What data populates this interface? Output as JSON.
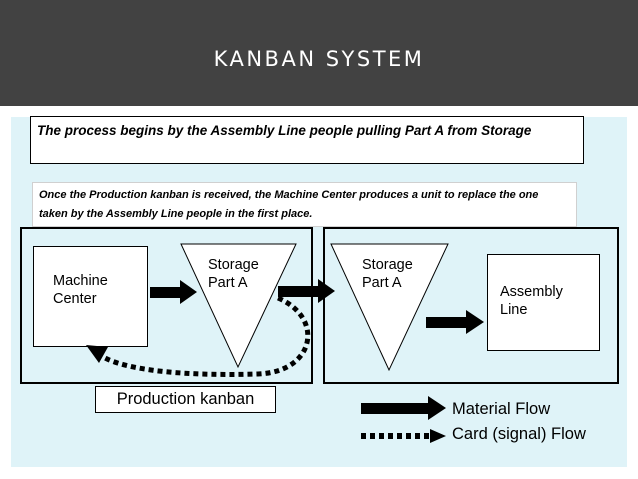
{
  "header": {
    "title": "KANBAN SYSTEM"
  },
  "notes": {
    "first": "The process begins by the Assembly Line people pulling Part A from Storage",
    "second": "Once the Production kanban is received, the Machine Center produces a unit to replace the one taken by the Assembly Line people in the first place."
  },
  "diagram": {
    "machine_center": "Machine\nCenter",
    "storage_left": "Storage\nPart A",
    "storage_right": "Storage\nPart A",
    "assembly_line": "Assembly\nLine",
    "production_kanban": "Production kanban"
  },
  "legend": {
    "material_flow": "Material Flow",
    "card_flow": "Card (signal) Flow"
  },
  "colors": {
    "header_bg": "#424242",
    "content_bg": "#dff3f8"
  }
}
